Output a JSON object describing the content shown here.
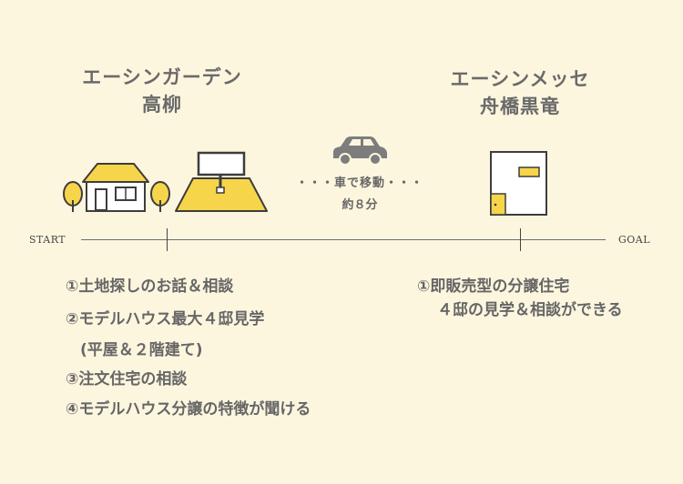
{
  "left_station": {
    "name_line1": "エーシンガーデン",
    "name_line2": "高柳"
  },
  "right_station": {
    "name_line1": "エーシンメッセ",
    "name_line2": "舟橋黒竜"
  },
  "travel": {
    "move_text": "・・・車で移動・・・",
    "time_text": "約８分"
  },
  "timeline": {
    "start_label": "START",
    "goal_label": "GOAL"
  },
  "left_items": [
    "①土地探しのお話＆相談",
    "②モデルハウス最大４邸見学",
    "(平屋＆２階建て)",
    "③注文住宅の相談",
    "④モデルハウス分譲の特徴が聞ける"
  ],
  "right_items": [
    "①即販売型の分譲住宅",
    "４邸の見学＆相談ができる"
  ],
  "colors": {
    "background": "#fdf6df",
    "accent_yellow": "#f7d54a",
    "outline": "#3d3d3d",
    "car_gray": "#7d7d7d"
  },
  "icons": [
    "house-icon",
    "tree-icon",
    "land-sign-icon",
    "car-icon",
    "building-icon"
  ]
}
